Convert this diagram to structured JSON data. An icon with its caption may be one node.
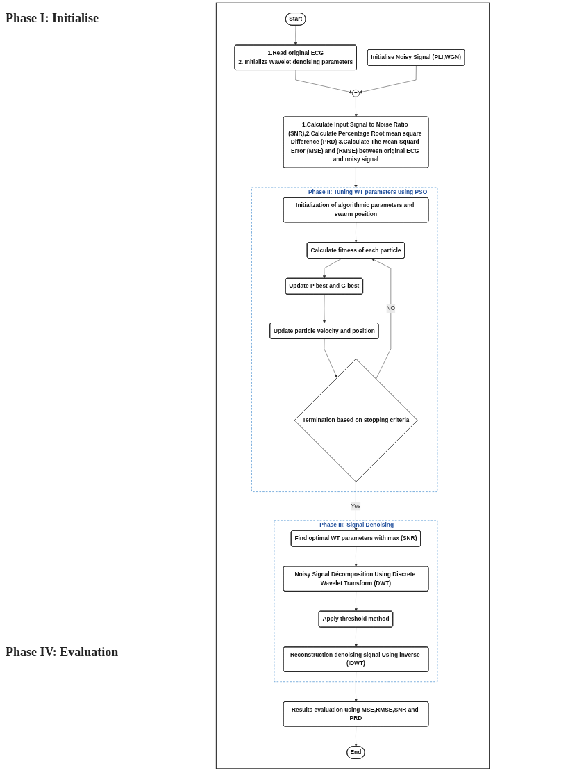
{
  "diagram": {
    "nodes": [
      {
        "text": [],
        "shape": "box"
      },
      {
        "text": [
          "Start"
        ],
        "in": 0
      },
      {
        "text": [
          "1.Read original ECG",
          "2. Initialize Wavelet denoising parameters"
        ],
        "in": 0
      },
      {
        "text": [
          "+"
        ],
        "in": 0
      },
      {
        "text": [
          "Initialise Noisy Signal (PLI,WGN)"
        ],
        "in": 0
      },
      {
        "text": [
          "1.Calculate Input Signal to Noise Ratio (SNR),2.Calculate Percentage Root mean square Difference (PRD) 3.Calculate The Mean Squard Error (MSE) and (RMSE) between original ECG and noisy signal"
        ],
        "in": 0
      },
      {
        "text": [
          "Phase II: Tuning WT parameters using PSO"
        ],
        "in": 0
      },
      {
        "text": [
          "Initialization of algorithmic parameters and swarm position"
        ],
        "in": 6
      },
      {
        "text": [
          "Calculate fitness of each particle"
        ],
        "in": 6
      },
      {
        "text": [
          "Update P best and G best"
        ],
        "in": 6
      },
      {
        "text": [
          "Update particle velocity and position"
        ],
        "in": 6
      },
      {
        "text": [
          "Termination based on stopping criteria"
        ],
        "in": 6
      },
      {
        "text": [
          "Phase III: Signal Denoising"
        ],
        "in": 0
      },
      {
        "text": [
          "Find optimal WT parameters with max (SNR)"
        ],
        "in": 12
      },
      {
        "text": [
          "Noisy Signal Décomposition Using Discrete Wavelet Transform (DWT)"
        ],
        "in": 12
      },
      {
        "text": [
          "Apply threshold method"
        ],
        "in": 12
      },
      {
        "text": [
          "Reconstruction denoising signal Using inverse (IDWT)"
        ],
        "in": 12
      },
      {
        "text": [
          "Results evaluation using MSE,RMSE,SNR and PRD"
        ],
        "in": 0
      },
      {
        "text": [
          "End"
        ],
        "in": 0
      }
    ],
    "edges": [
      {
        "from": 1,
        "to": 2,
        "arrow": "to"
      },
      {
        "from": 2,
        "to": 3,
        "arrow": "to"
      },
      {
        "from": 4,
        "to": 3,
        "arrow": "to"
      },
      {
        "from": 3,
        "to": 5,
        "arrow": "to"
      },
      {
        "from": 5,
        "to": 6,
        "arrow": "to"
      },
      {
        "from": 7,
        "to": 8,
        "arrow": "to"
      },
      {
        "from": 8,
        "to": 9,
        "arrow": "to"
      },
      {
        "from": 9,
        "to": 10,
        "arrow": "to"
      },
      {
        "from": 10,
        "to": 11,
        "arrow": "to"
      },
      {
        "from": 11,
        "to": 8,
        "arrow": "to",
        "label": "NO"
      },
      {
        "from": 11,
        "to": 13,
        "arrow": "to",
        "label": "Yes"
      },
      {
        "from": 13,
        "to": 14,
        "arrow": "to"
      },
      {
        "from": 14,
        "to": 15,
        "arrow": "to"
      },
      {
        "from": 15,
        "to": 16,
        "arrow": "to"
      },
      {
        "from": 16,
        "to": 17,
        "arrow": "to"
      },
      {
        "from": 17,
        "to": 18,
        "arrow": "to"
      }
    ],
    "labels": [
      "Phase I: Initialise",
      "Phase IV: Evaluation"
    ]
  }
}
